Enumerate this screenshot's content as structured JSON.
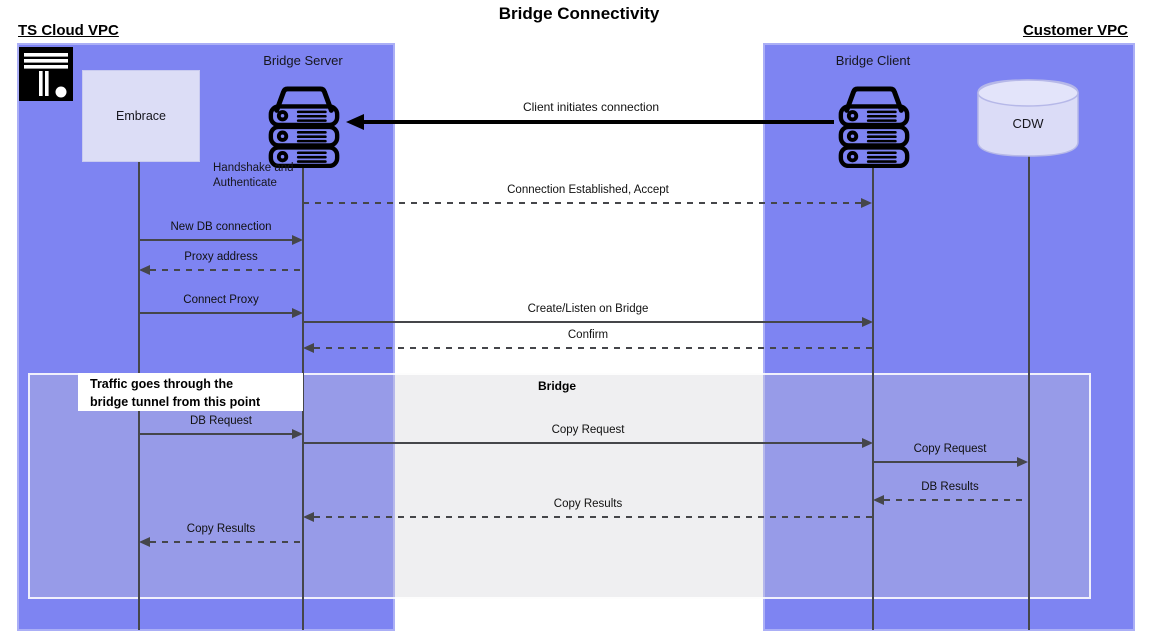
{
  "title": "Bridge Connectivity",
  "regions": {
    "left_vpc": "TS Cloud VPC",
    "right_vpc": "Customer VPC"
  },
  "actors": {
    "embrace": "Embrace",
    "bridge_server": "Bridge Server",
    "bridge_server_note": "Handshake and\nAuthenticate",
    "bridge_client": "Bridge Client",
    "cdw": "CDW"
  },
  "bridge_frame": {
    "label": "Bridge",
    "note": "Traffic goes through the\nbridge tunnel from this point"
  },
  "messages": [
    {
      "label": "Client initiates connection",
      "from": "Bridge Client",
      "to": "Bridge Server",
      "type": "solid-bold"
    },
    {
      "label": "Connection Established, Accept",
      "from": "Bridge Server",
      "to": "Bridge Client",
      "type": "dashed"
    },
    {
      "label": "New DB connection",
      "from": "Embrace",
      "to": "Bridge Server",
      "type": "solid"
    },
    {
      "label": "Proxy address",
      "from": "Bridge Server",
      "to": "Embrace",
      "type": "dashed"
    },
    {
      "label": "Connect Proxy",
      "from": "Embrace",
      "to": "Bridge Server",
      "type": "solid"
    },
    {
      "label": "Create/Listen on Bridge",
      "from": "Bridge Server",
      "to": "Bridge Client",
      "type": "solid"
    },
    {
      "label": "Confirm",
      "from": "Bridge Client",
      "to": "Bridge Server",
      "type": "dashed"
    },
    {
      "label": "DB Request",
      "from": "Embrace",
      "to": "Bridge Server",
      "type": "solid"
    },
    {
      "label": "Copy Request",
      "from": "Bridge Server",
      "to": "Bridge Client",
      "type": "solid"
    },
    {
      "label": "Copy Request",
      "from": "Bridge Client",
      "to": "CDW",
      "type": "solid"
    },
    {
      "label": "DB Results",
      "from": "CDW",
      "to": "Bridge Client",
      "type": "dashed"
    },
    {
      "label": "Copy Results",
      "from": "Bridge Client",
      "to": "Bridge Server",
      "type": "dashed"
    },
    {
      "label": "Copy Results",
      "from": "Bridge Server",
      "to": "Embrace",
      "type": "dashed"
    }
  ],
  "colors": {
    "vpc_fill": "#7e84f2",
    "node_fill": "#dcddf6",
    "bridge_overlay": "rgba(205,205,212,0.32)",
    "line": "#45464a",
    "bold_arrow": "#000000"
  }
}
